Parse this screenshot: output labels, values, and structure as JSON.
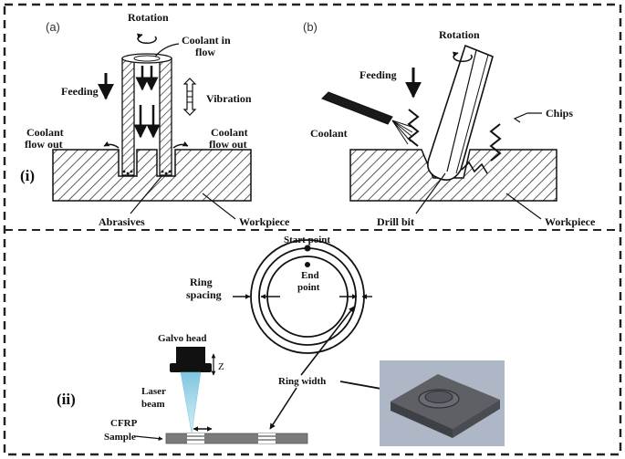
{
  "panel_i": {
    "label": "(i)",
    "a": {
      "letter": "(a)",
      "rotation": "Rotation",
      "coolant_in_1": "Coolant in",
      "coolant_in_2": "flow",
      "feeding": "Feeding",
      "vibration": "Vibration",
      "coolant_out_left_1": "Coolant",
      "coolant_out_left_2": "flow out",
      "coolant_out_right_1": "Coolant",
      "coolant_out_right_2": "flow out",
      "abrasives": "Abrasives",
      "workpiece": "Workpiece"
    },
    "b": {
      "letter": "(b)",
      "rotation": "Rotation",
      "feeding": "Feeding",
      "coolant": "Coolant",
      "chips": "Chips",
      "drill_bit": "Drill bit",
      "workpiece": "Workpiece"
    }
  },
  "panel_ii": {
    "label": "(ii)",
    "start_point": "Start point",
    "end_point_1": "End",
    "end_point_2": "point",
    "ring_spacing_1": "Ring",
    "ring_spacing_2": "spacing",
    "galvo_head": "Galvo head",
    "z_axis": "Z",
    "laser_beam_1": "Laser",
    "laser_beam_2": "beam",
    "ring_width": "Ring width",
    "cfrp_1": "CFRP",
    "cfrp_2": "Sample"
  },
  "colors": {
    "border": "#222222",
    "hatch": "#333333",
    "laser": "#9fd3e6",
    "sample_gray": "#7a7a7a",
    "render_bg": "#aeb7c6",
    "block_top": "#5f5f66",
    "block_side": "#3f3f46"
  }
}
